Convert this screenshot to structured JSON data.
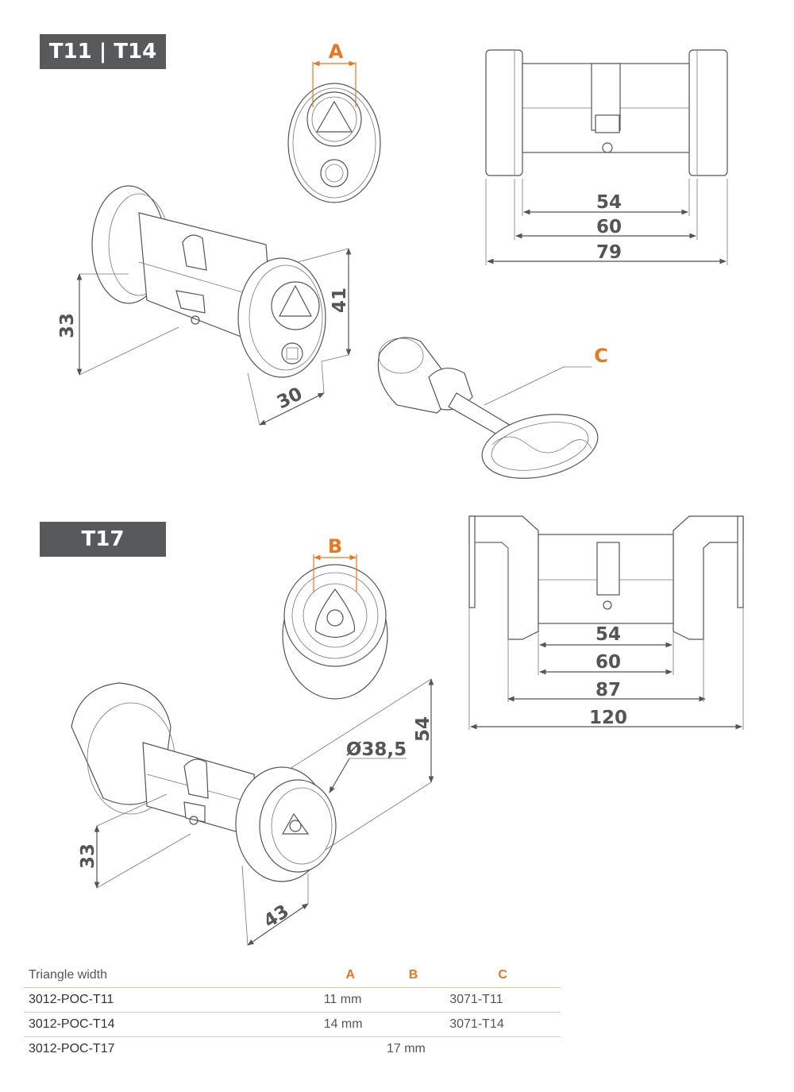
{
  "badges": {
    "top": "T11 | T14",
    "bottom": "T17"
  },
  "letters": {
    "a": "A",
    "b": "B",
    "c": "C"
  },
  "dims_top": {
    "d54": "54",
    "d60": "60",
    "d79": "79",
    "d33": "33",
    "d41": "41",
    "d30": "30"
  },
  "dims_bottom": {
    "d54": "54",
    "d60": "60",
    "d87": "87",
    "d120": "120",
    "d54v": "54",
    "dia": "Ø38,5",
    "d33": "33",
    "d43": "43"
  },
  "colors": {
    "accent": "#e87722",
    "badge": "#58595b",
    "line": "#555555"
  },
  "table": {
    "header": {
      "label": "Triangle width",
      "a": "A",
      "b": "B",
      "c": "C"
    },
    "rows": [
      {
        "model": "3012-POC-T11",
        "a": "11 mm",
        "b": "",
        "c": "3071-T11"
      },
      {
        "model": "3012-POC-T14",
        "a": "14 mm",
        "b": "",
        "c": "3071-T14"
      },
      {
        "model": "3012-POC-T17",
        "a": "",
        "b": "17 mm",
        "c": ""
      }
    ]
  }
}
